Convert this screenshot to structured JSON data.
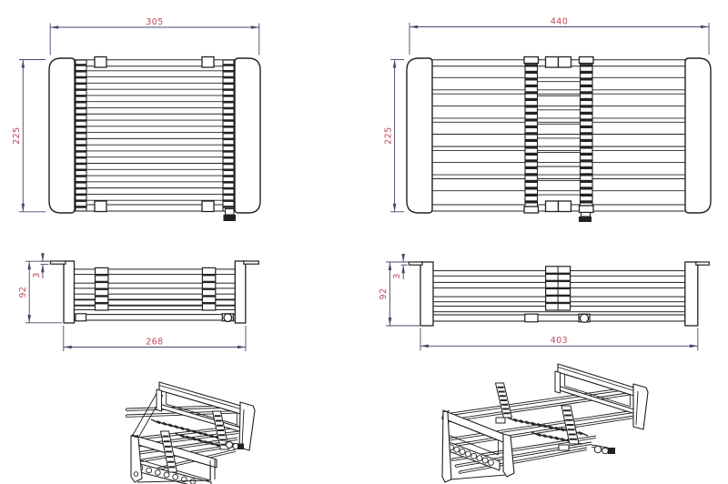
{
  "document": {
    "type": "technical-drawing",
    "subject": "expandable over-sink dish drying rack",
    "background_color": "#ffffff",
    "object_line_color": "#222222",
    "dimension_line_color": "#47476f",
    "dimension_text_color": "#c0485a"
  },
  "views": {
    "top_compact": {
      "width_dim": "305",
      "height_dim": "225"
    },
    "top_extended": {
      "width_dim": "440",
      "height_dim": "225"
    },
    "front_compact": {
      "height_dim": "92",
      "lip_dim": "3",
      "width_dim": "268"
    },
    "front_extended": {
      "height_dim": "92",
      "lip_dim": "3",
      "width_dim": "403"
    }
  }
}
